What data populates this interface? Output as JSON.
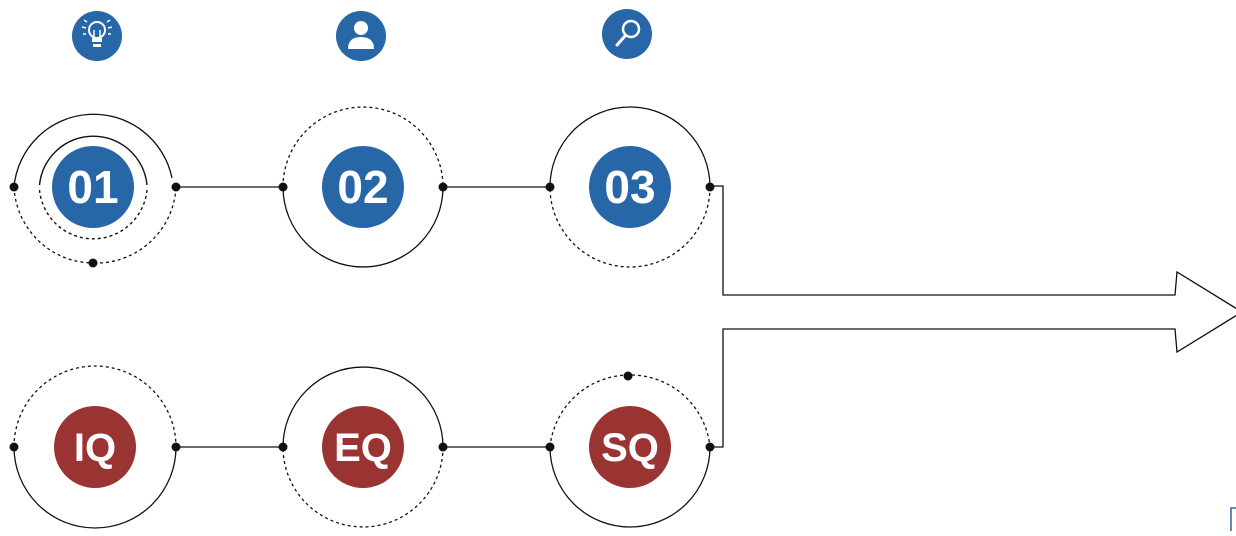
{
  "top_row": {
    "steps": [
      {
        "label": "01",
        "icon": "lightbulb-icon"
      },
      {
        "label": "02",
        "icon": "person-icon"
      },
      {
        "label": "03",
        "icon": "magnifier-icon"
      }
    ]
  },
  "bottom_row": {
    "steps": [
      {
        "label": "IQ"
      },
      {
        "label": "EQ"
      },
      {
        "label": "SQ"
      }
    ]
  },
  "colors": {
    "blue": "#2767a8",
    "red": "#9a3432",
    "line": "#111111",
    "edge_mark": "#2767a8"
  }
}
